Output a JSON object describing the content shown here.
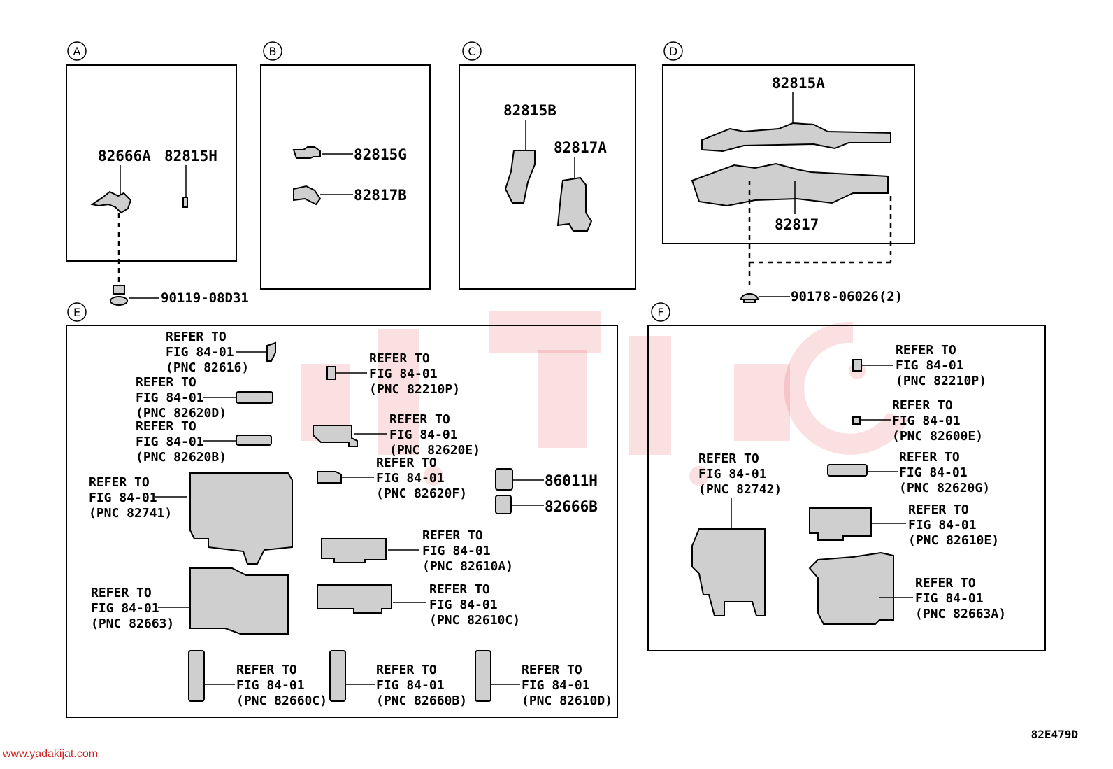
{
  "sections": {
    "A": {
      "letter": "A",
      "label1": "82666A",
      "label2": "82815H",
      "bolt": "90119-08D31"
    },
    "B": {
      "letter": "B",
      "label1": "82815G",
      "label2": "82817B"
    },
    "C": {
      "letter": "C",
      "label1": "82815B",
      "label2": "82817A"
    },
    "D": {
      "letter": "D",
      "label1": "82815A",
      "label2": "82817",
      "clip": "90178-06026(2)"
    },
    "E": {
      "letter": "E"
    },
    "F": {
      "letter": "F"
    }
  },
  "refer": {
    "line1": "REFER TO",
    "line2": "FIG 84-01"
  },
  "refs_E": [
    "(PNC 82616)",
    "(PNC 82620D)",
    "(PNC 82620B)",
    "(PNC 82741)",
    "(PNC 82663)",
    "(PNC 82210P)",
    "(PNC 82620E)",
    "(PNC 82620F)",
    "(PNC 82610A)",
    "(PNC 82610C)",
    "(PNC 82660C)",
    "(PNC 82660B)",
    "(PNC 82610D)"
  ],
  "parts_E": {
    "p1": "86011H",
    "p2": "82666B"
  },
  "refs_F": [
    "(PNC 82210P)",
    "(PNC 82600E)",
    "(PNC 82742)",
    "(PNC 82620G)",
    "(PNC 82610E)",
    "(PNC 82663A)"
  ],
  "footer": {
    "website": "www.yadakijat.com",
    "code": "82E479D"
  }
}
